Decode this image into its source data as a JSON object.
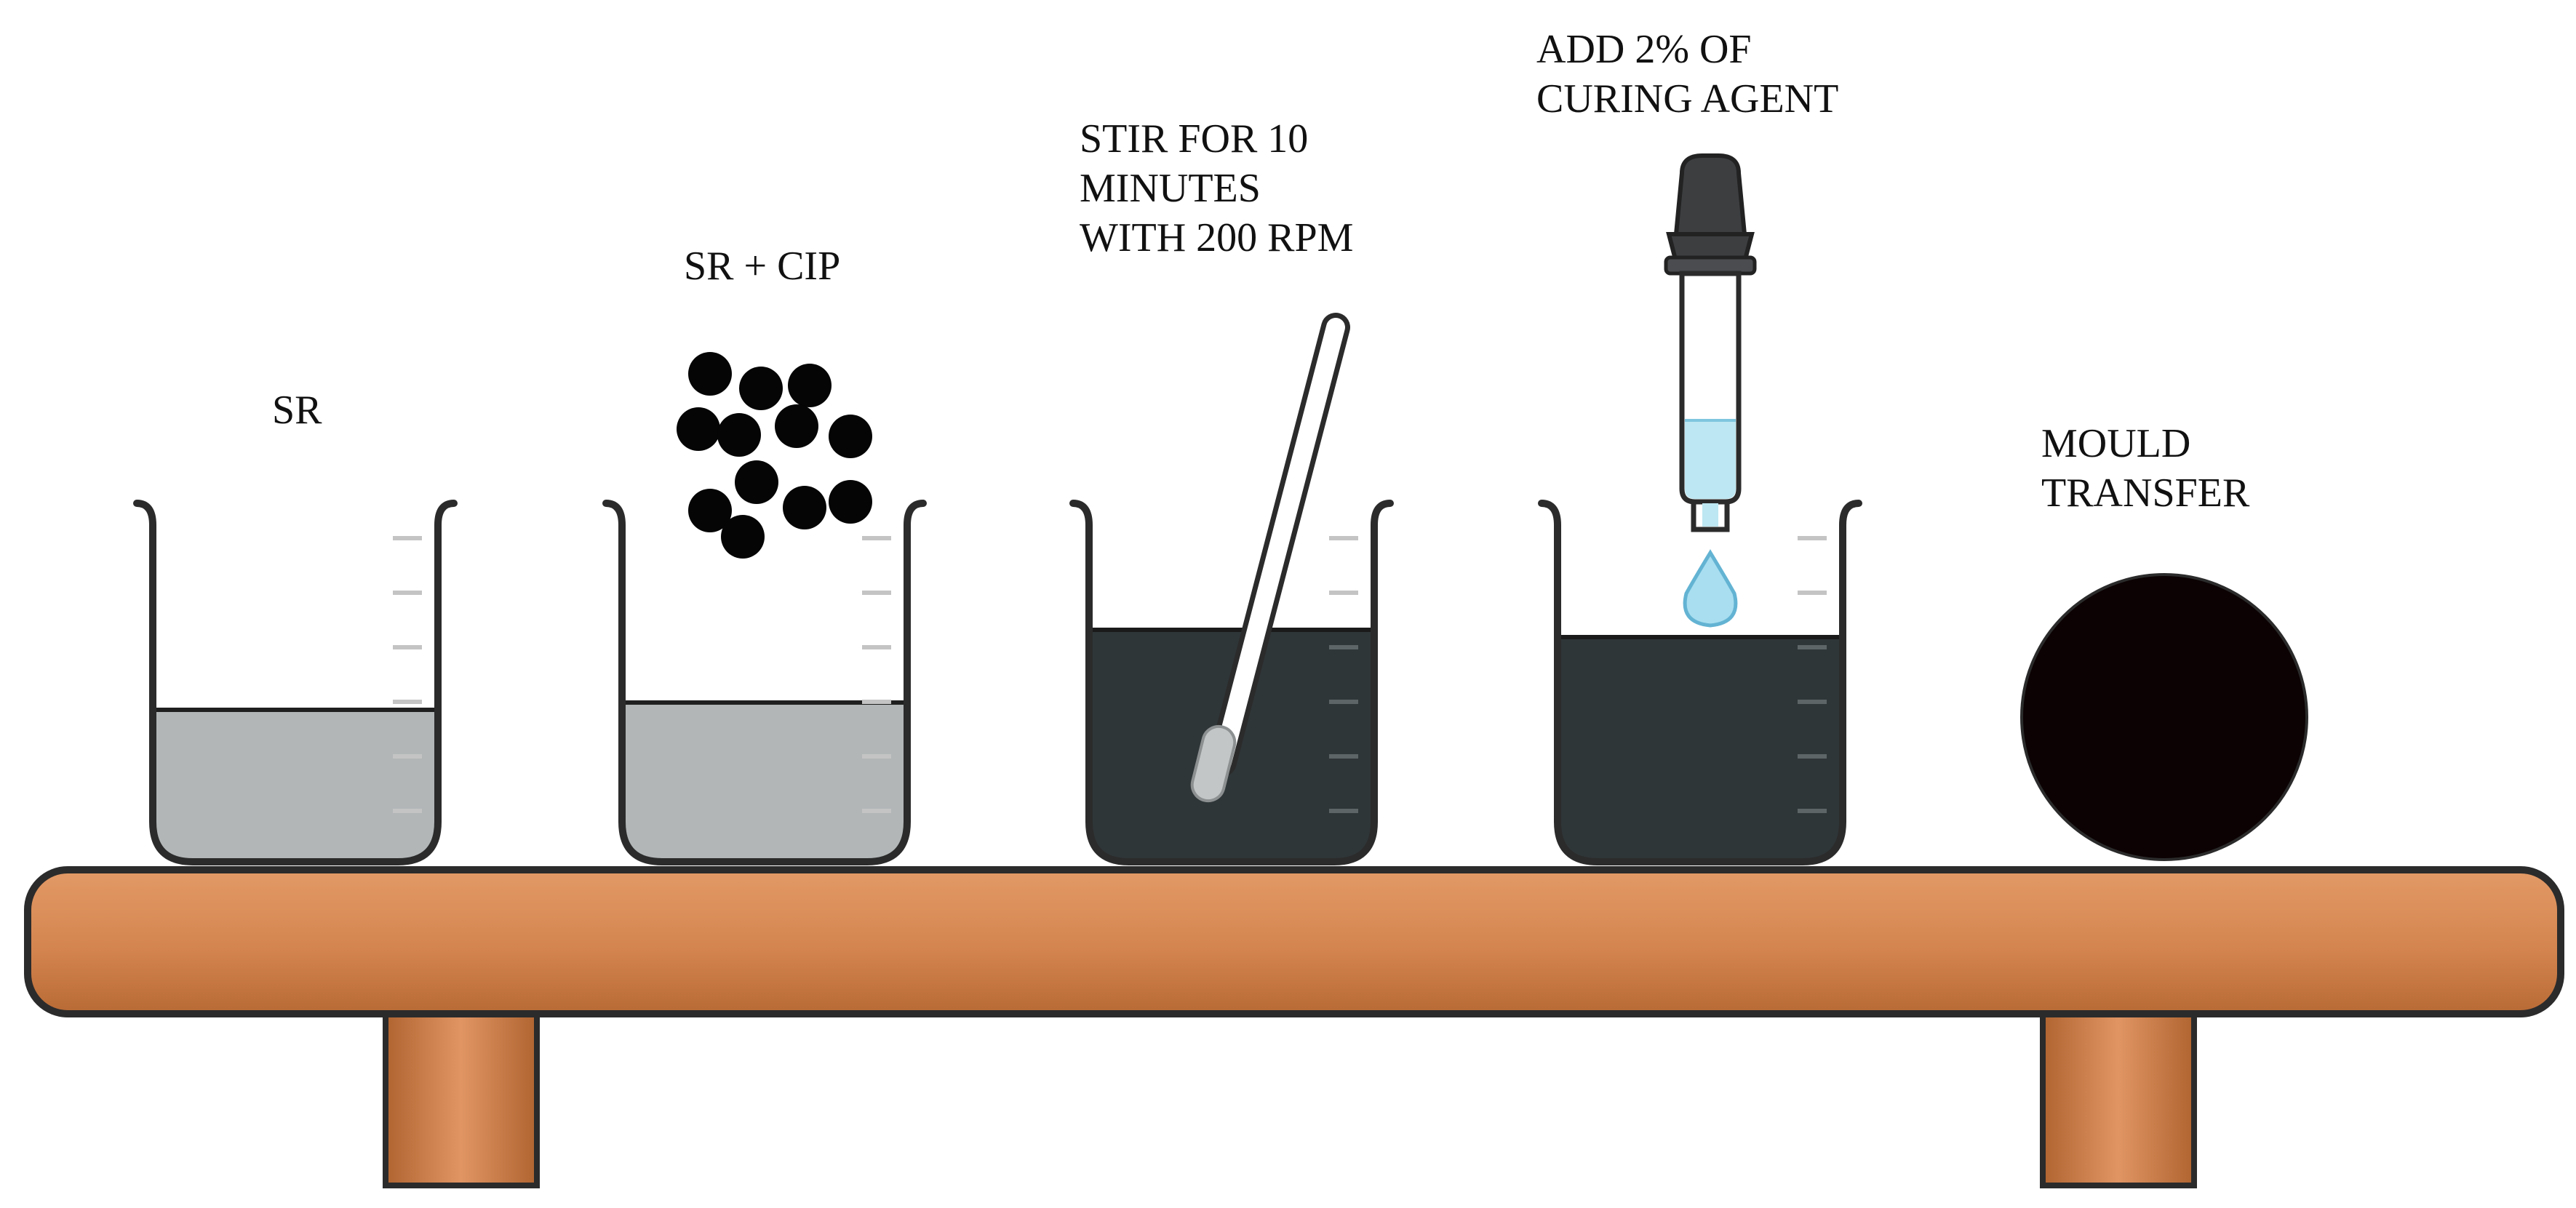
{
  "steps": [
    {
      "label": [
        "SR"
      ],
      "icon": "beaker-icon"
    },
    {
      "label": [
        "SR + CIP"
      ],
      "icon": "particles-icon"
    },
    {
      "label": [
        "STIR FOR 10",
        "MINUTES",
        "WITH 200 RPM"
      ],
      "icon": "stir-rod-icon"
    },
    {
      "label": [
        "ADD 2% OF",
        "CURING AGENT"
      ],
      "icon": "dropper-icon"
    },
    {
      "label": [
        "MOULD",
        "TRANSFER"
      ],
      "icon": "mould-sphere-icon"
    }
  ],
  "colors": {
    "outline": "#2b2b2b",
    "sr_liquid": "#b2b6b7",
    "mixture_liquid": "#2f3638",
    "shelf": "#d88b57",
    "shelf_dark": "#a85e2c",
    "particle": "#050505",
    "dropper_liquid": "#bde7f2",
    "drop": "#a8def0",
    "mould": "#0c0203"
  }
}
